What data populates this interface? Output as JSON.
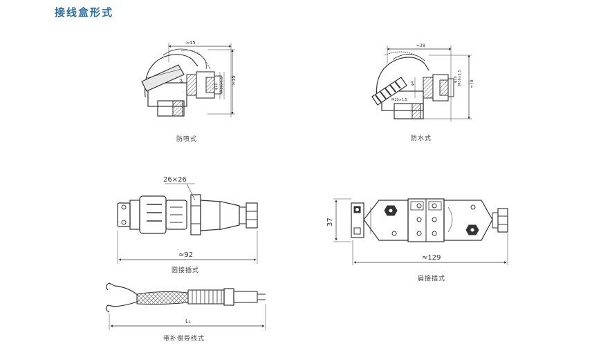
{
  "page": {
    "title": "接线盒形式"
  },
  "figures": {
    "spray": {
      "caption": "防喷式",
      "dims": {
        "width": "≈45",
        "height": "≈45",
        "d1": "φ4",
        "d2": "φ10",
        "d3": "M16×1.5"
      }
    },
    "water": {
      "caption": "防水式",
      "dims": {
        "width": "≈38",
        "height": "≈78",
        "d1": "φ4",
        "d2": "φ10",
        "d3": "M16×1.5",
        "inner": "M20×1.5"
      }
    },
    "round": {
      "caption": "圆接插式",
      "dims": {
        "top": "26×26",
        "length": "≈92"
      }
    },
    "flat": {
      "caption": "扁接插式",
      "dims": {
        "height": "37",
        "length": "≈129"
      }
    },
    "cable": {
      "caption": "带补偿导线式",
      "dims": {
        "length": "L₁"
      }
    }
  },
  "colors": {
    "title": "#2a6f9e",
    "line": "#333333"
  }
}
